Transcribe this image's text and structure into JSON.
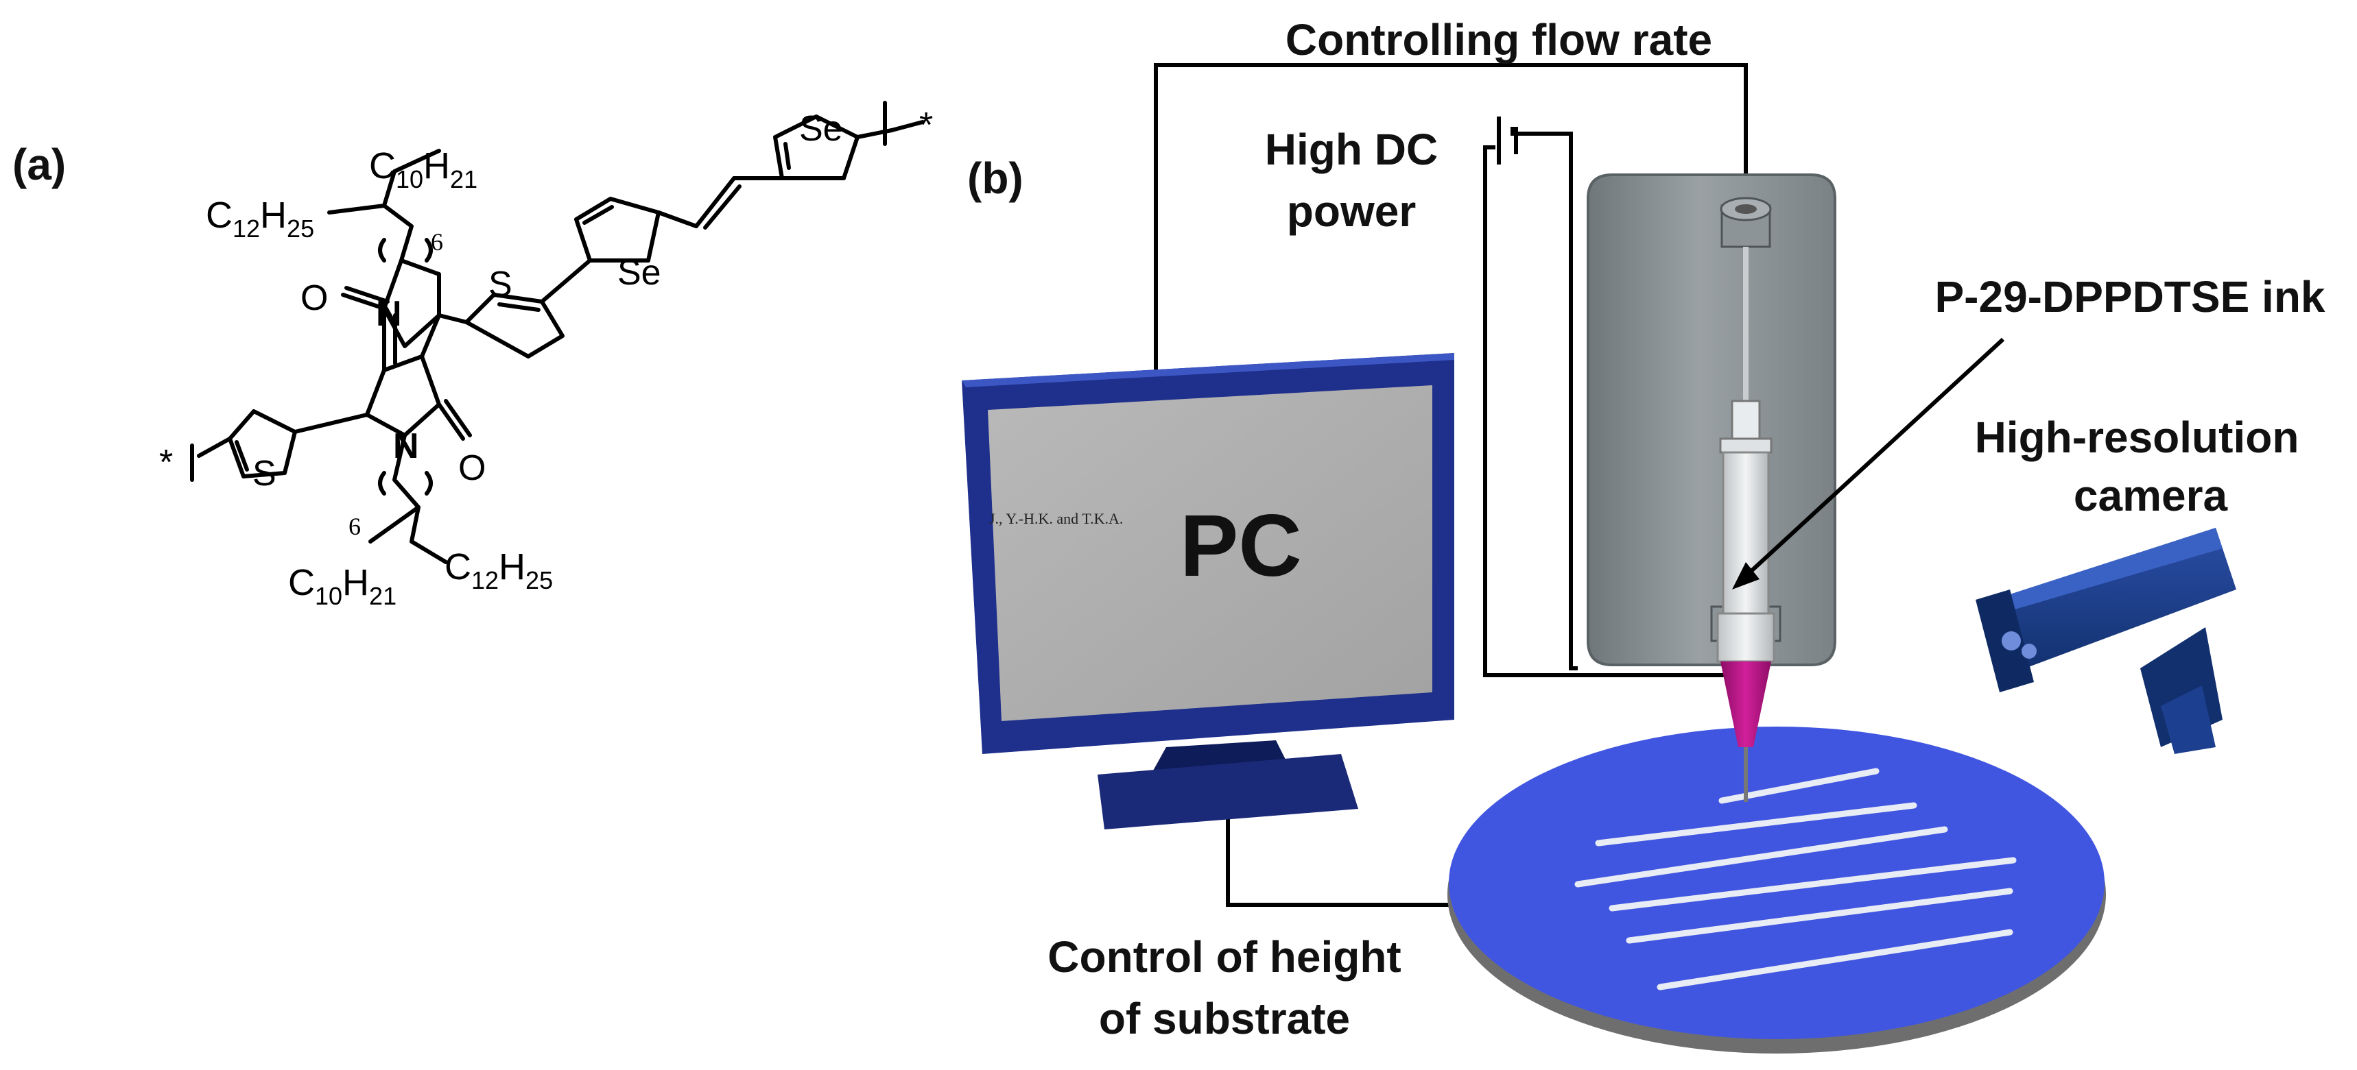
{
  "panels": {
    "a": {
      "label": "(a)"
    },
    "b": {
      "label": "(b)"
    }
  },
  "molecule": {
    "chain_top_left": "C12H25",
    "chain_top_left_parts": [
      "C",
      "12",
      "H",
      "25"
    ],
    "chain_top_right_parts": [
      "C",
      "10",
      "H",
      "21"
    ],
    "chain_bottom_left_parts": [
      "C",
      "10",
      "H",
      "21"
    ],
    "chain_bottom_right_parts": [
      "C",
      "12",
      "H",
      "25"
    ],
    "repeat_top": "6",
    "repeat_bottom": "6",
    "atoms": {
      "O": "O",
      "N": "N",
      "S": "S",
      "Se": "Se",
      "star": "*"
    }
  },
  "setup": {
    "controlling_flow_rate": "Controlling flow rate",
    "high_dc_line1": "High DC",
    "high_dc_line2": "power",
    "ink": "P-29-DPPDTSE ink",
    "camera_line1": "High-resolution",
    "camera_line2": "camera",
    "pc": "PC",
    "watermark": "J., Y.-H.K. and T.K.A.",
    "control_height_line1": "Control of height",
    "control_height_line2": "of substrate"
  },
  "colors": {
    "monitor_frame": "#1e2f8c",
    "screen": "#a9a9a9",
    "pump": "#8f9699",
    "substrate": "#4156e0",
    "needle_tip": "#c0168c",
    "camera": "#1a3a8a"
  }
}
